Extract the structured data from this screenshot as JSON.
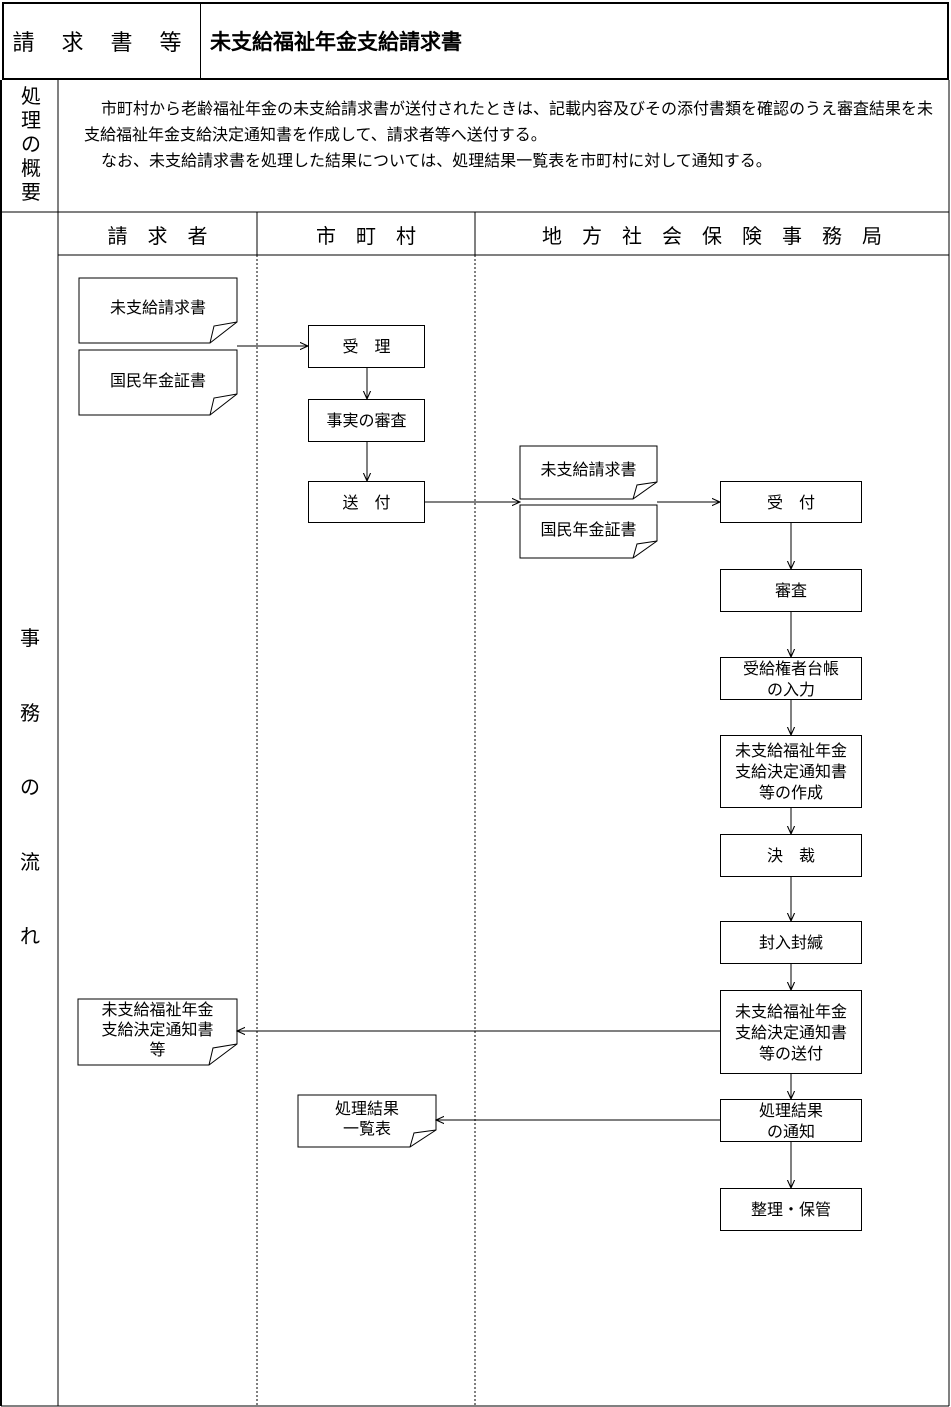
{
  "header": {
    "category_label": "請 求 書 等",
    "title": "未支給福祉年金支給請求書"
  },
  "summary": {
    "label_chars": [
      "処",
      "理",
      "の",
      "概",
      "要"
    ],
    "paragraph1": "市町村から老齢福祉年金の未支給請求書が送付されたときは、記載内容及びその添付書類を確認のうえ審査結果を未支給福祉年金支給決定通知書を作成して、請求者等へ送付する。",
    "paragraph2": "なお、未支給請求書を処理した結果については、処理結果一覧表を市町村に対して通知する。"
  },
  "flow": {
    "label_chars": [
      "事",
      "務",
      "の",
      "流",
      "れ"
    ],
    "lanes": [
      "請　求　者",
      "市　町　村",
      "地　方　社　会　保　険　事　務　局"
    ],
    "claimant": {
      "doc_request": "未支給請求書",
      "doc_certificate": "国民年金証書",
      "doc_decision_notice": "未支給福祉年金\n支給決定通知書\n等"
    },
    "municipality": {
      "receipt": "受　理",
      "fact_check": "事実の審査",
      "send": "送　付",
      "doc_result_list": "処理結果\n一覧表"
    },
    "office": {
      "doc_request": "未支給請求書",
      "doc_certificate": "国民年金証書",
      "accept": "受　付",
      "review": "審査",
      "ledger_entry": "受給権者台帳\nの入力",
      "create_notice": "未支給福祉年金\n支給決定通知書\n等の作成",
      "approval": "決　裁",
      "seal": "封入封緘",
      "send_notice": "未支給福祉年金\n支給決定通知書\n等の送付",
      "notify_result": "処理結果\nの通知",
      "file_store": "整理・保管"
    }
  }
}
